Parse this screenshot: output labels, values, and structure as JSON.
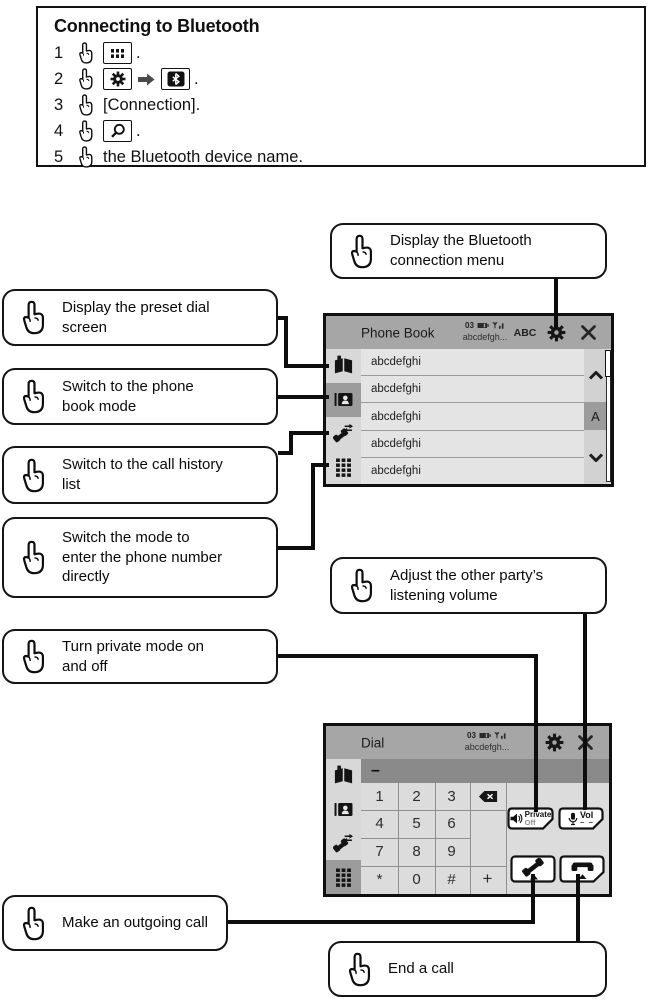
{
  "doc": {
    "title": "Connecting to Bluetooth",
    "steps": [
      {
        "num": "1",
        "suffix": "."
      },
      {
        "num": "2",
        "suffix": "."
      },
      {
        "num": "3",
        "text": "[Connection]."
      },
      {
        "num": "4",
        "suffix": "."
      },
      {
        "num": "5",
        "text": "the Bluetooth device name."
      }
    ]
  },
  "callouts": {
    "bluetooth_menu": "Display the Bluetooth\nconnection menu",
    "preset_dial": "Display the preset dial\nscreen",
    "phonebook_mode": "Switch to the phone\nbook mode",
    "call_history": "Switch to the call history\nlist",
    "direct_number": "Switch the mode to\nenter the phone number\ndirectly",
    "private_mode": "Turn private mode on\nand off",
    "listening_volume": "Adjust the other party’s\nlistening volume",
    "outgoing_call": "Make an outgoing call",
    "end_call": "End a call"
  },
  "phonebook_screen": {
    "title": "Phone Book",
    "status_indicator": "03",
    "device_name": "abcdefgh...",
    "sort_label": "ABC",
    "rows": [
      "abcdefghi",
      "abcdefghi",
      "abcdefghi",
      "abcdefghi",
      "abcdefghi"
    ],
    "index_letter": "A"
  },
  "dial_screen": {
    "title": "Dial",
    "status_indicator": "03",
    "device_name": "abcdefgh...",
    "entry": "–",
    "keys": [
      "1",
      "2",
      "3",
      "4",
      "5",
      "6",
      "7",
      "8",
      "9",
      "*",
      "0",
      "#"
    ],
    "plus_key": "+",
    "private_label": "Private",
    "private_state": "Off",
    "vol_label": "Vol",
    "vol_value": "– –"
  },
  "icons": {
    "hand": "tap-pointer-hand",
    "step_1": "apps-grid-icon",
    "step_2": [
      "settings-gear-icon",
      "arrow-right-icon",
      "bluetooth-icon"
    ],
    "step_4": "search-icon",
    "sidebar": [
      "preset-dial-book-icon",
      "phonebook-contact-icon",
      "call-history-icon",
      "keypad-icon"
    ],
    "header": [
      "settings-gear-icon",
      "close-icon",
      "battery-icon",
      "signal-icon"
    ],
    "dial_buttons": [
      "speaker-icon",
      "microphone-icon",
      "call-handset-icon",
      "end-call-handset-icon"
    ],
    "keypad_extra": "backspace-icon"
  },
  "colors": {
    "screen_header": "#a6a6a6",
    "screen_panel": "#dcdcdc",
    "selected_gray": "#9c9c9c",
    "entry_bar": "#8a8a8a",
    "line_black": "#0d0d0d"
  }
}
